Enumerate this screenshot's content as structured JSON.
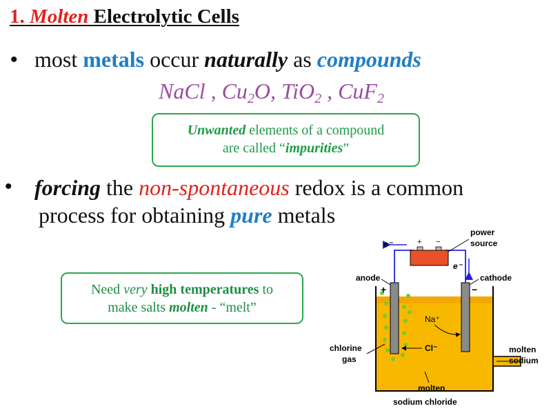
{
  "title": {
    "num": "1.",
    "molten": "Molten",
    "rest": "Electrolytic Cells"
  },
  "bullet1": {
    "symbol": "•",
    "p1": "most",
    "metals": "metals",
    "p2": "occur",
    "naturally": "naturally",
    "p3": "as",
    "compounds": "compounds"
  },
  "formulas": {
    "nacl": "NaCl ,",
    "cu": "Cu",
    "cu_sub": "2",
    "cu_o": "O,",
    "ti": "TiO",
    "ti_sub": "2",
    "comma": ",",
    "cuf": "CuF",
    "cuf_sub": "2"
  },
  "impurities_box": {
    "unwanted": "Unwanted",
    "l1": "elements of a compound",
    "l2": "are called “",
    "impurities": "impurities",
    "close": "”"
  },
  "bullet2": {
    "symbol": "•",
    "forcing": "forcing",
    "p1": "the",
    "nonspont": "non-spontaneous",
    "p2": "redox is a common",
    "p3": "process for obtaining",
    "pure": "pure",
    "p4": "metals"
  },
  "temp_box": {
    "p1": "Need",
    "very": "very",
    "high": "high temperatures",
    "p2": "to",
    "p3": "make salts",
    "molten": "molten",
    "p4": "- “melt”"
  },
  "diagram": {
    "power": "power",
    "source": "source",
    "e_minus_left": "e⁻",
    "e_minus_right": "e⁻",
    "plus": "+",
    "minus": "−",
    "anode": "anode",
    "cathode": "cathode",
    "anode_sign": "+",
    "cathode_sign": "−",
    "na_ion": "Na⁺",
    "cl_ion": "Cl⁻",
    "chlorine": "chlorine",
    "gas": "gas",
    "molten1": "molten",
    "sodium1": "sodium",
    "molten2": "molten",
    "sodium_chloride": "sodium chloride",
    "colors": {
      "melt": "#f8b800",
      "wire": "#2020e0",
      "battery": "#e8512a",
      "bubbles": "#7cc633"
    }
  }
}
